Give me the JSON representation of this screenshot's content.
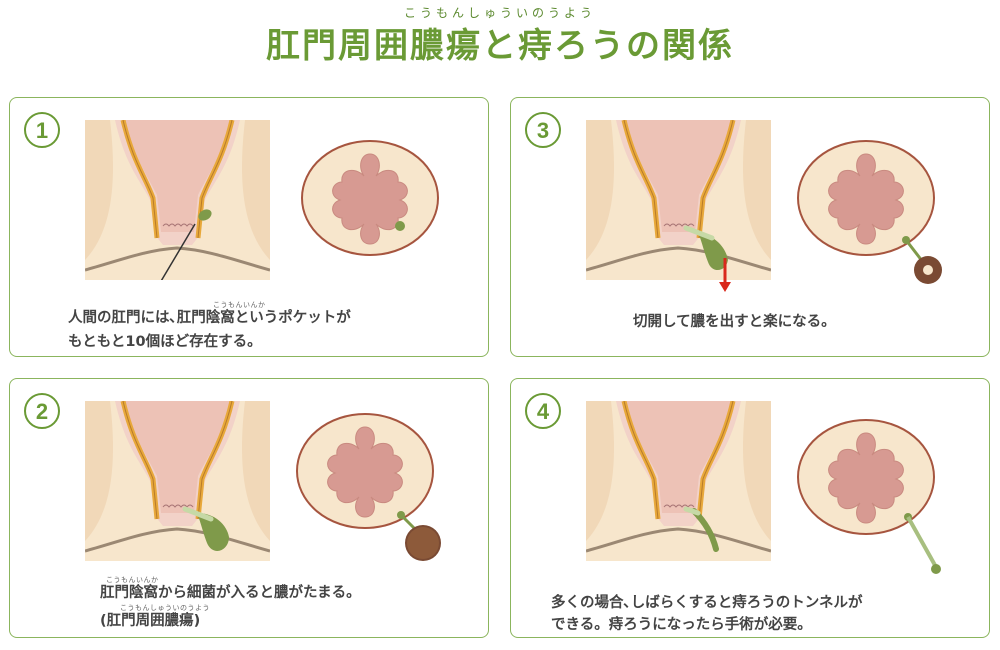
{
  "header": {
    "ruby": "こうもんしゅういのうよう",
    "title": "肛門周囲膿瘍と痔ろうの関係"
  },
  "panels": [
    {
      "number": "1",
      "caption_line1": "人間の肛門には､肛門陰窩というポケットが",
      "caption_line2": "もともと10個ほど存在する。",
      "ruby": "こうもんいんか"
    },
    {
      "number": "2",
      "caption_line1": "肛門陰窩から細菌が入ると膿がたまる。",
      "caption_line2": "(肛門周囲膿瘍)",
      "ruby1": "こうもんいんか",
      "ruby2": "こうもんしゅういのうよう"
    },
    {
      "number": "3",
      "caption_line1": "切開して膿を出すと楽になる。"
    },
    {
      "number": "4",
      "caption_line1": "多くの場合､しばらくすると痔ろうのトンネルが",
      "caption_line2": "できる。痔ろうになったら手術が必要。"
    }
  ],
  "colors": {
    "accent_green": "#6a9a35",
    "abscess_green": "#7f9a4a",
    "abscess_brown": "#7a4a33",
    "tissue_pink": "#e7bdb3",
    "mucosa": "#d79a92",
    "fat_yellow": "#f7e6cc",
    "muscle_band": "#e8a83a",
    "incision_red": "#d9281c"
  }
}
